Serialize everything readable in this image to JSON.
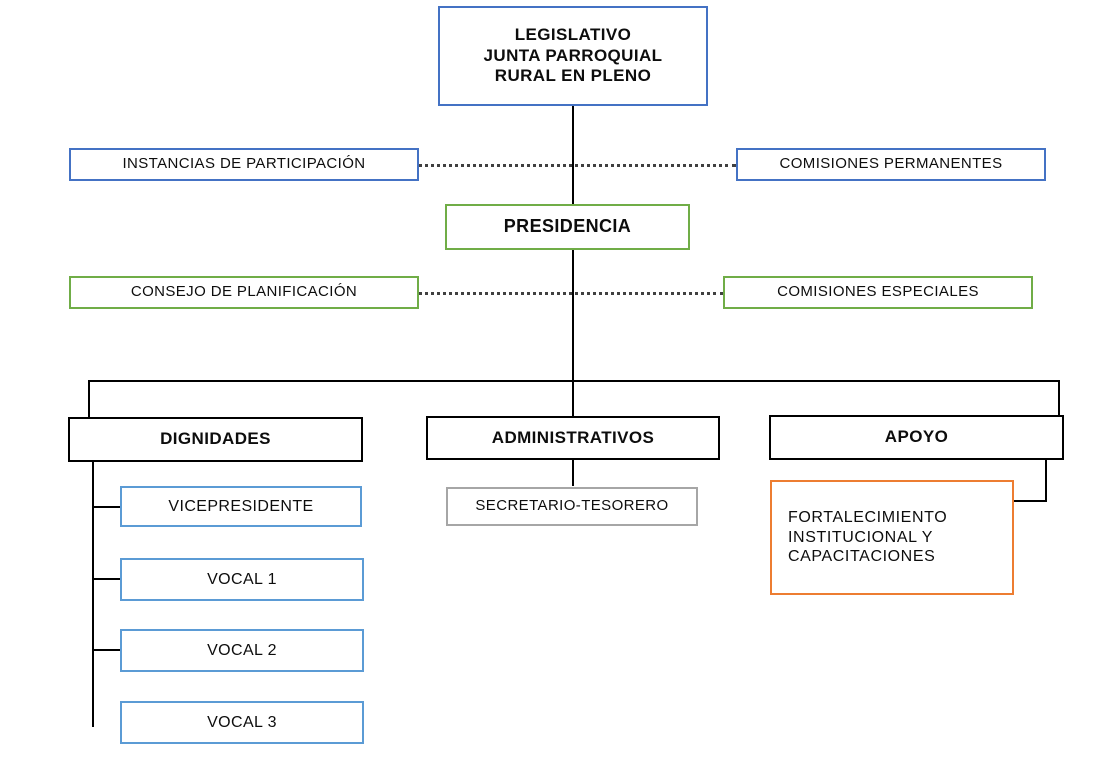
{
  "diagram": {
    "title": "Organigrama Estructural GAD Parroquial Rural",
    "type": "organizational-chart",
    "colors": {
      "blue": "#4472C4",
      "light_blue": "#5B9BD5",
      "green": "#70AD47",
      "black": "#000000",
      "gray": "#A6A6A6",
      "orange": "#ED7D31",
      "text": "#0D0D0D",
      "background": "#FFFFFF"
    },
    "nodes": {
      "legislativo": {
        "line1": "LEGISLATIVO",
        "line2": "JUNTA PARROQUIAL",
        "line3": "RURAL EN PLENO",
        "border_color": "#4472C4"
      },
      "instancias_participacion": {
        "label": "INSTANCIAS DE PARTICIPACIÓN",
        "border_color": "#4472C4"
      },
      "comisiones_permanentes": {
        "label": "COMISIONES  PERMANENTES",
        "border_color": "#4472C4"
      },
      "presidencia": {
        "label": "PRESIDENCIA",
        "border_color": "#70AD47"
      },
      "consejo_planificacion": {
        "label": "CONSEJO DE PLANIFICACIÓN",
        "border_color": "#70AD47"
      },
      "comisiones_especiales": {
        "label": "COMISIONES  ESPECIALES",
        "border_color": "#70AD47"
      },
      "dignidades": {
        "label": "DIGNIDADES",
        "border_color": "#000000"
      },
      "administrativos": {
        "label": "ADMINISTRATIVOS",
        "border_color": "#000000"
      },
      "apoyo": {
        "label": "APOYO",
        "border_color": "#000000"
      },
      "vicepresidente": {
        "label": "VICEPRESIDENTE",
        "border_color": "#5B9BD5"
      },
      "vocal1": {
        "label": "VOCAL 1",
        "border_color": "#5B9BD5"
      },
      "vocal2": {
        "label": "VOCAL 2",
        "border_color": "#5B9BD5"
      },
      "vocal3": {
        "label": "VOCAL 3",
        "border_color": "#5B9BD5"
      },
      "secretario_tesorero": {
        "label": "SECRETARIO-TESORERO",
        "border_color": "#A6A6A6"
      },
      "fortalecimiento": {
        "line1": "FORTALECIMIENTO",
        "line2": "INSTITUCIONAL   Y",
        "line3": "CAPACITACIONES",
        "border_color": "#ED7D31"
      }
    }
  }
}
